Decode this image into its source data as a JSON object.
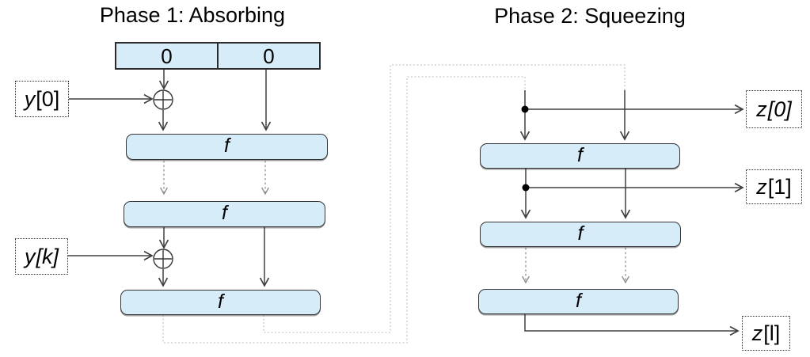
{
  "phase1": {
    "title": "Phase 1: Absorbing",
    "state": {
      "cells": [
        {
          "value": "0"
        },
        {
          "value": "0"
        }
      ]
    },
    "inputs": [
      {
        "var": "y",
        "index": "[0]"
      },
      {
        "var": "y",
        "index": "[k]"
      }
    ],
    "f_boxes": [
      {
        "label": "f"
      },
      {
        "label": "f"
      },
      {
        "label": "f"
      }
    ]
  },
  "phase2": {
    "title": "Phase 2: Squeezing",
    "outputs": [
      {
        "var": "z",
        "index": "[0]"
      },
      {
        "var": "z",
        "index": "[1]"
      },
      {
        "var": "z",
        "index": "[l]"
      }
    ],
    "f_boxes": [
      {
        "label": "f"
      },
      {
        "label": "f"
      },
      {
        "label": "f"
      }
    ]
  },
  "icons": {
    "xor": "circled-plus",
    "branch_dot": "filled-dot"
  },
  "colors": {
    "box_fill": "#d6ecf9",
    "box_border": "#353535",
    "arrow": "#404040",
    "round_dotted_arrow": "#8a8a8a",
    "feedback_line": "#c9c9c9"
  }
}
